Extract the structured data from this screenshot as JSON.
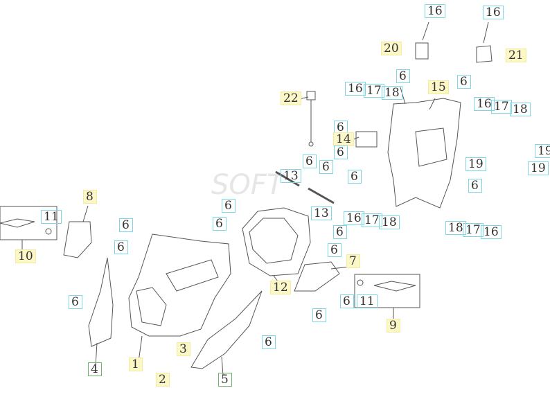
{
  "diagram": {
    "watermark": "SOFT",
    "callouts": [
      {
        "num": "16",
        "style": "cyan"
      },
      {
        "num": "16",
        "style": "cyan"
      },
      {
        "num": "20",
        "style": "yellow"
      },
      {
        "num": "21",
        "style": "yellow"
      },
      {
        "num": "22",
        "style": "yellow"
      },
      {
        "num": "6",
        "style": "cyan"
      },
      {
        "num": "6",
        "style": "cyan"
      },
      {
        "num": "15",
        "style": "yellow"
      },
      {
        "num": "16",
        "style": "cyan"
      },
      {
        "num": "17",
        "style": "cyan"
      },
      {
        "num": "18",
        "style": "cyan"
      },
      {
        "num": "16",
        "style": "cyan"
      },
      {
        "num": "17",
        "style": "cyan"
      },
      {
        "num": "18",
        "style": "cyan"
      },
      {
        "num": "6",
        "style": "cyan"
      },
      {
        "num": "14",
        "style": "yellow"
      },
      {
        "num": "6",
        "style": "cyan"
      },
      {
        "num": "6",
        "style": "cyan"
      },
      {
        "num": "6",
        "style": "cyan"
      },
      {
        "num": "6",
        "style": "cyan"
      },
      {
        "num": "19",
        "style": "cyan"
      },
      {
        "num": "19",
        "style": "cyan"
      },
      {
        "num": "19",
        "style": "cyan"
      },
      {
        "num": "13",
        "style": "cyan"
      },
      {
        "num": "6",
        "style": "cyan"
      },
      {
        "num": "13",
        "style": "cyan"
      },
      {
        "num": "6",
        "style": "cyan"
      },
      {
        "num": "16",
        "style": "cyan"
      },
      {
        "num": "17",
        "style": "cyan"
      },
      {
        "num": "18",
        "style": "cyan"
      },
      {
        "num": "6",
        "style": "cyan"
      },
      {
        "num": "18",
        "style": "cyan"
      },
      {
        "num": "17",
        "style": "cyan"
      },
      {
        "num": "16",
        "style": "cyan"
      },
      {
        "num": "11",
        "style": "cyan"
      },
      {
        "num": "8",
        "style": "yellow"
      },
      {
        "num": "6",
        "style": "cyan"
      },
      {
        "num": "6",
        "style": "cyan"
      },
      {
        "num": "6",
        "style": "cyan"
      },
      {
        "num": "10",
        "style": "yellow"
      },
      {
        "num": "6",
        "style": "cyan"
      },
      {
        "num": "7",
        "style": "yellow"
      },
      {
        "num": "12",
        "style": "yellow"
      },
      {
        "num": "6",
        "style": "cyan"
      },
      {
        "num": "6",
        "style": "cyan"
      },
      {
        "num": "11",
        "style": "cyan"
      },
      {
        "num": "6",
        "style": "cyan"
      },
      {
        "num": "9",
        "style": "yellow"
      },
      {
        "num": "6",
        "style": "cyan"
      },
      {
        "num": "3",
        "style": "yellow"
      },
      {
        "num": "1",
        "style": "yellow"
      },
      {
        "num": "4",
        "style": "green"
      },
      {
        "num": "2",
        "style": "yellow"
      },
      {
        "num": "5",
        "style": "green"
      }
    ]
  }
}
